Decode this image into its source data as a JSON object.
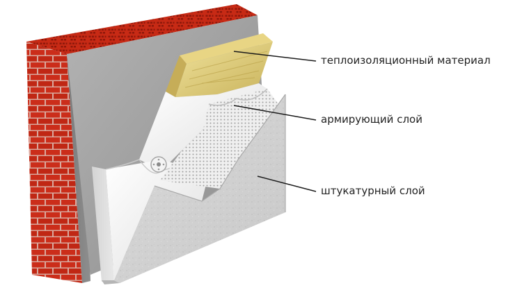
{
  "labels": {
    "insulation": "теплоизоляционный материал",
    "reinforcing": "армирующий слой",
    "plaster": "штукатурный слой"
  },
  "colors": {
    "background": "#ffffff",
    "brick": "#d8301c",
    "brick_dark": "#a8200f",
    "mortar": "#e7b4a8",
    "wall_gray": "#9a9a9a",
    "insulation_yellow": "#e6d27a",
    "foam_white": "#f2f2f2",
    "plaster_gray": "#cfcfcf",
    "leader_line": "#1a1a1a"
  }
}
